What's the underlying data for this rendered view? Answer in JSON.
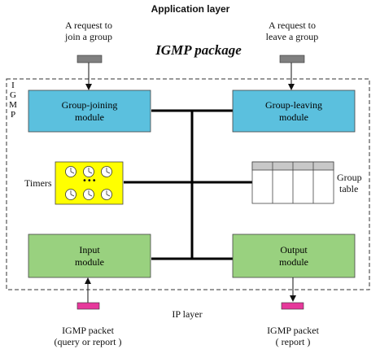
{
  "title": "Application layer",
  "package_label": "IGMP package",
  "side_label": [
    "I",
    "G",
    "M",
    "P"
  ],
  "request_join": [
    "A request to",
    "join a group"
  ],
  "request_leave": [
    "A request to",
    "leave a group"
  ],
  "modules": {
    "group_joining": [
      "Group-joining",
      "module"
    ],
    "group_leaving": [
      "Group-leaving",
      "module"
    ],
    "input": [
      "Input",
      "module"
    ],
    "output": [
      "Output",
      "module"
    ]
  },
  "timers_label": "Timers",
  "timers_dots": "•••",
  "group_table_label": [
    "Group",
    "table"
  ],
  "ip_layer": "IP layer",
  "packet_in": [
    "IGMP  packet",
    "(query or report )"
  ],
  "packet_out": [
    "IGMP  packet",
    "( report )"
  ],
  "colors": {
    "module_blue": "#5bc0de",
    "module_green": "#99d17f",
    "timers_yellow": "#ffff00",
    "port_gray": "#808080",
    "port_pink": "#e6399b"
  }
}
